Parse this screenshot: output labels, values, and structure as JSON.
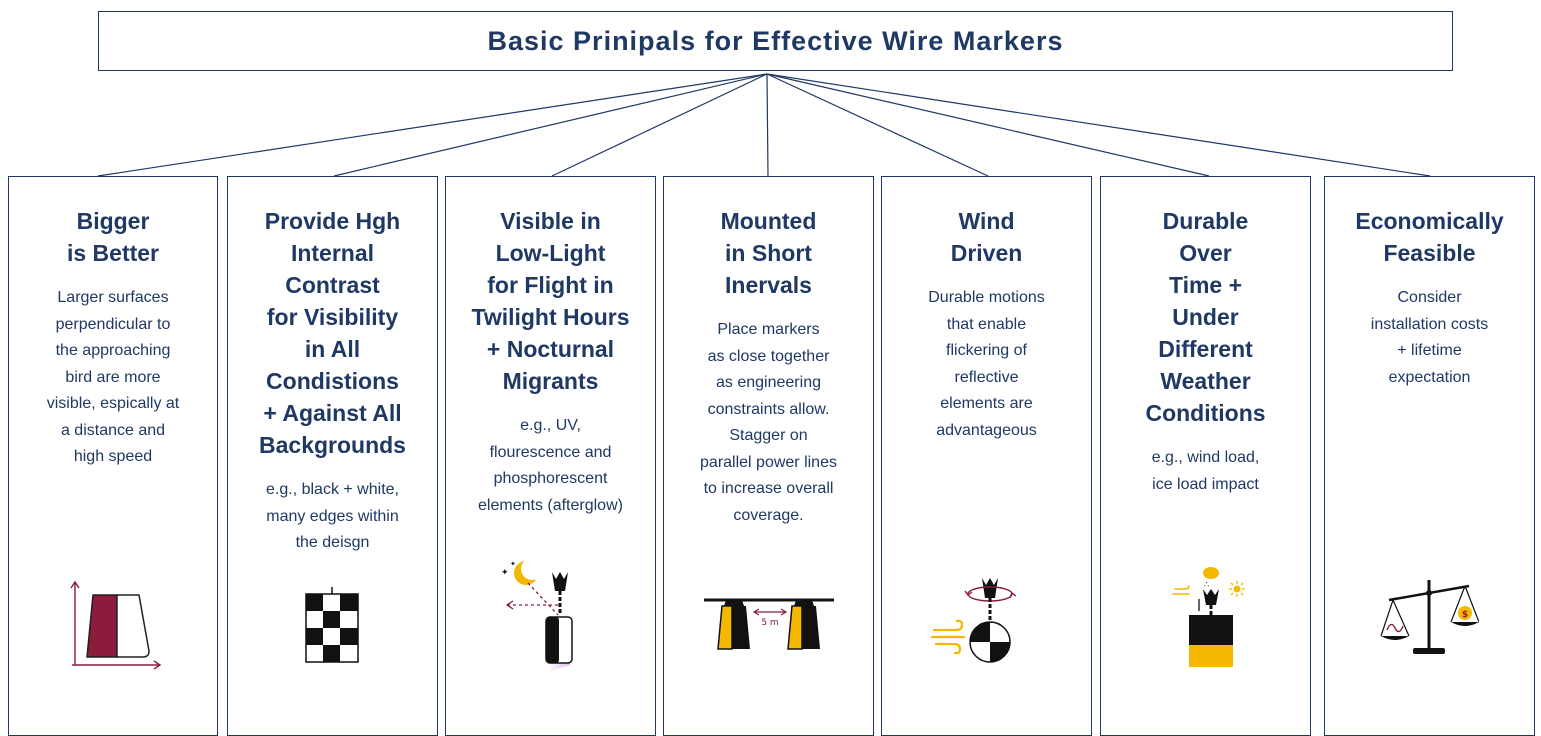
{
  "title": "Basic Prinipals for Effective Wire Markers",
  "colors": {
    "navy": "#1f3864",
    "maroon": "#8b1c3c",
    "amber": "#f5b800",
    "black": "#111111",
    "purple_glow": "#d8b8ee"
  },
  "principles": [
    {
      "heading": "Bigger\nis Better",
      "description": "Larger surfaces\nperpendicular to\nthe approaching\nbird are more\nvisible, espically at\na distance and\nhigh speed",
      "icon": "trapezoid-marker-size-icon"
    },
    {
      "heading": "Provide Hgh\nInternal\nContrast\nfor Visibility\nin All\nCondistions\n+ Against All\nBackgrounds",
      "description": "e.g., black + white,\nmany edges within\nthe deisgn",
      "icon": "checkerboard-marker-icon"
    },
    {
      "heading": "Visible in\nLow-Light\nfor Flight in\nTwilight Hours\n+ Nocturnal\nMigrants",
      "description": "e.g., UV,\nflourescence and\nphosphorescent\nelements (afterglow)",
      "icon": "moon-glow-marker-icon"
    },
    {
      "heading": "Mounted\nin Short\nInervals",
      "description": "Place markers\nas close together\nas engineering\nconstraints allow.\nStagger on\nparallel power lines\nto increase overall\ncoverage.",
      "icon": "marker-spacing-icon",
      "spacing_label": "5 m"
    },
    {
      "heading": "Wind\nDriven",
      "description": "Durable motions\nthat enable\nflickering of\nreflective\nelements are\nadvantageous",
      "icon": "wind-spinner-marker-icon"
    },
    {
      "heading": "Durable\nOver\nTime +\nUnder\nDifferent\nWeather\nConditions",
      "description": "e.g., wind load,\nice load impact",
      "icon": "weather-marker-icon"
    },
    {
      "heading": "Economically\nFeasible",
      "description": "Consider\ninstallation costs\n+ lifetime\nexpectation",
      "icon": "balance-scale-icon",
      "coin_symbol": "$"
    }
  ]
}
